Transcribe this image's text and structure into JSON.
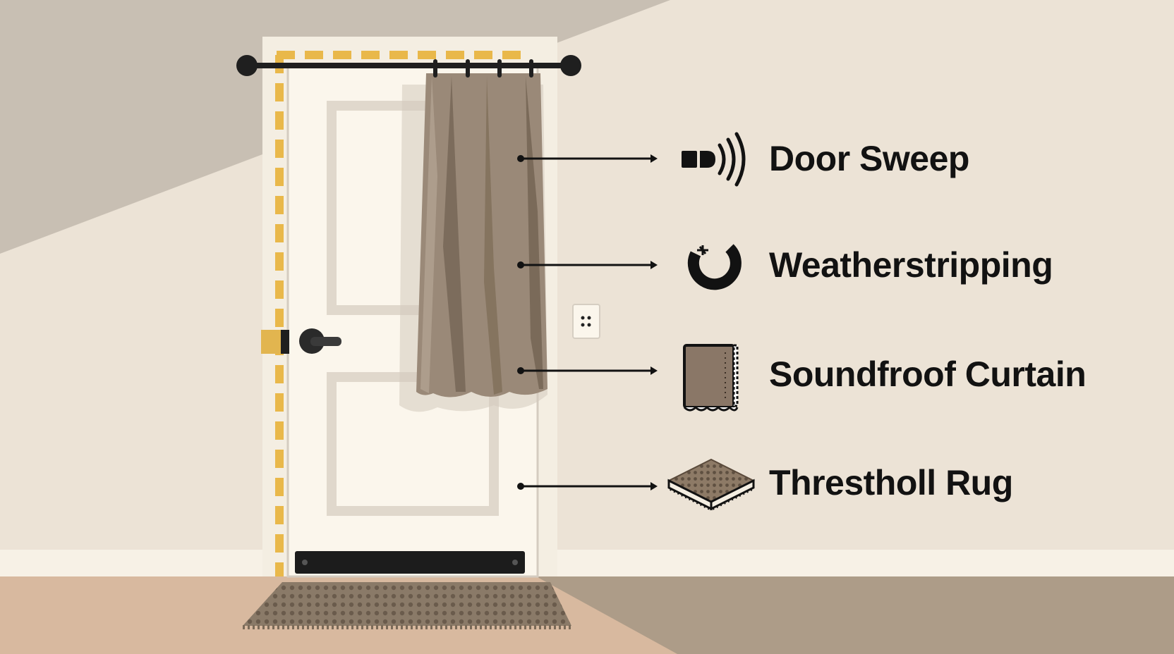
{
  "callouts": [
    {
      "label": "Door Sweep",
      "icon": "door-sweep-icon"
    },
    {
      "label": "Weatherstripping",
      "icon": "weatherstripping-icon"
    },
    {
      "label": "Soundfroof Curtain",
      "icon": "curtain-panel-icon"
    },
    {
      "label": "Threstholl Rug",
      "icon": "rug-icon"
    }
  ],
  "colors": {
    "wall": "#ece3d6",
    "shadow": "#c8bfb3",
    "baseboard": "#f7f1e6",
    "floor_left": "#d8b99f",
    "floor_right": "#ad9c88",
    "door": "#fbf6ec",
    "curtain": "#9a8978",
    "tape": "#e9b84a",
    "ink": "#121212"
  }
}
